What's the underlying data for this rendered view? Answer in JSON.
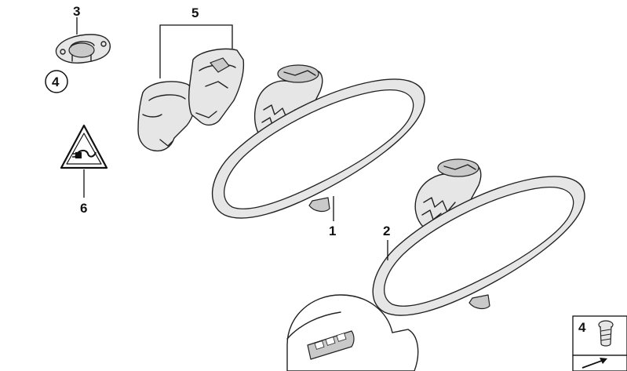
{
  "callouts": {
    "part_1": "1",
    "part_2": "2",
    "part_3": "3",
    "part_4_circle": "4",
    "part_4_box": "4",
    "part_5": "5",
    "part_6": "6"
  },
  "icons": {
    "warning_triangle": "electrical-warning-triangle-icon",
    "screw": "screw-icon",
    "legend": "legend-arrow-icon"
  }
}
